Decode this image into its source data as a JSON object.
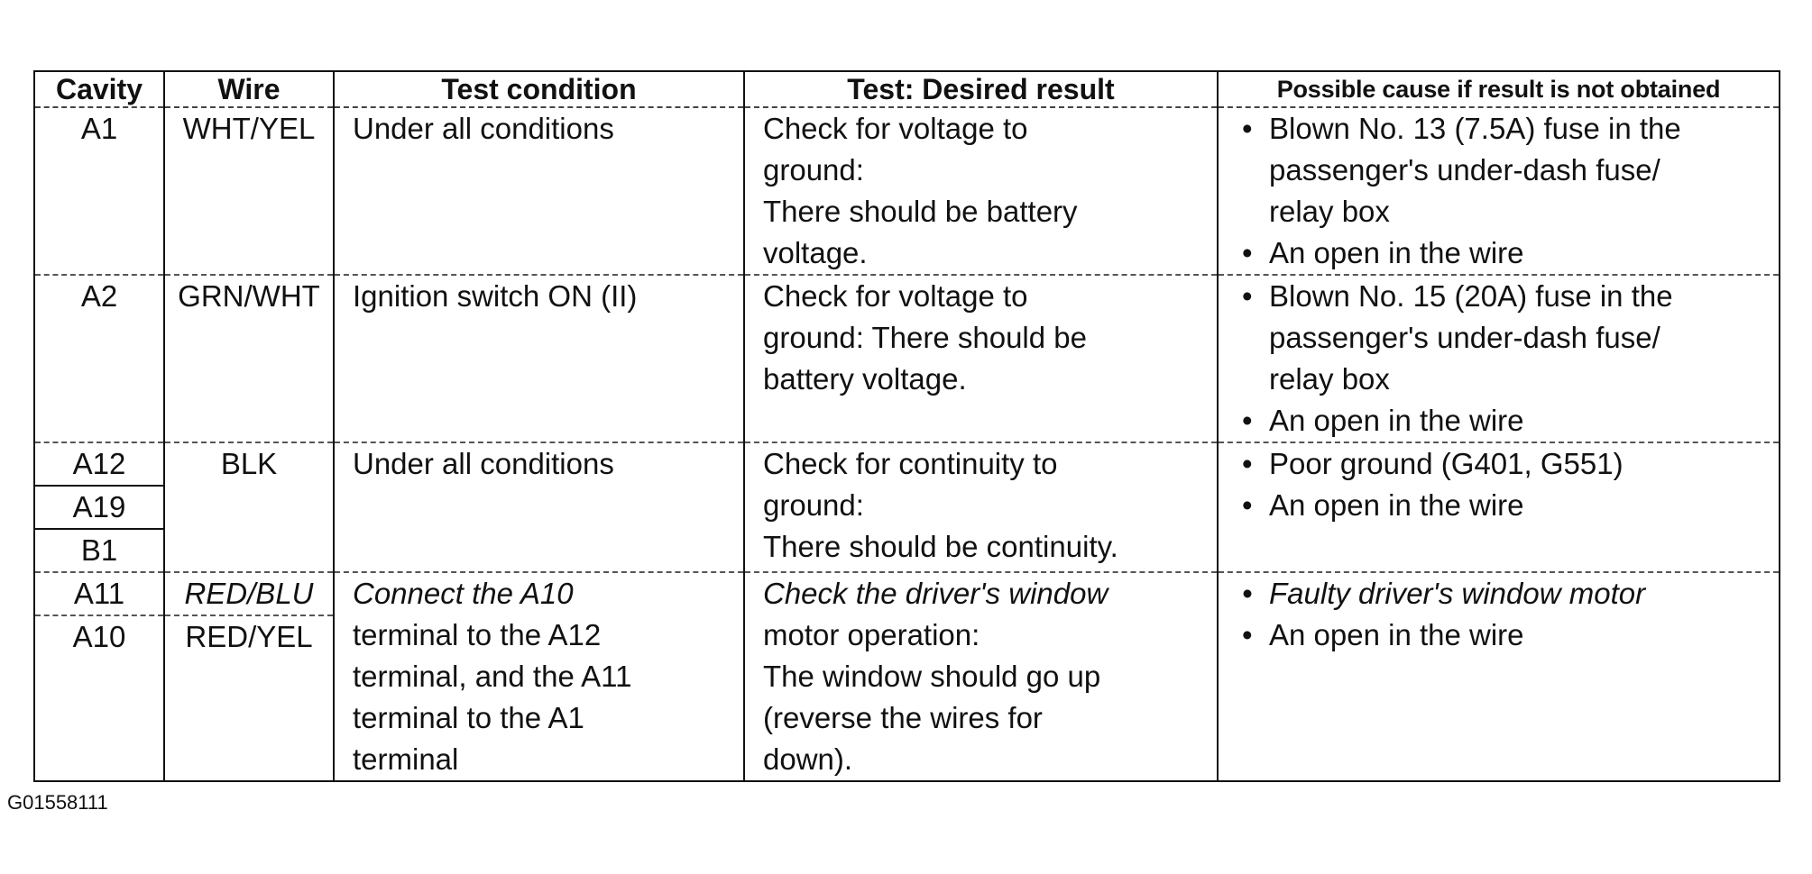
{
  "table": {
    "headers": {
      "cavity": "Cavity",
      "wire": "Wire",
      "test_condition": "Test condition",
      "desired_result": "Test: Desired result",
      "possible_cause": "Possible cause if result is not obtained"
    },
    "rows": [
      {
        "cavities": [
          "A1"
        ],
        "wires": [
          "WHT/YEL"
        ],
        "condition_lines": [
          "Under all conditions"
        ],
        "result_lines": [
          "Check for voltage to",
          "ground:",
          "There should be battery",
          "voltage."
        ],
        "causes": [
          {
            "bullet": "•",
            "lines": [
              "Blown No. 13 (7.5A) fuse in the",
              "passenger's under-dash fuse/",
              "relay box"
            ]
          },
          {
            "bullet": "•",
            "lines": [
              "An open in the wire"
            ]
          }
        ]
      },
      {
        "cavities": [
          "A2"
        ],
        "wires": [
          "GRN/WHT"
        ],
        "condition_lines": [
          "Ignition switch ON (II)"
        ],
        "result_lines": [
          "Check for voltage to",
          "ground: There should be",
          "battery voltage."
        ],
        "causes": [
          {
            "bullet": "•",
            "lines": [
              "Blown No. 15 (20A) fuse in the",
              "passenger's under-dash fuse/",
              "relay box"
            ]
          },
          {
            "bullet": "•",
            "lines": [
              "An open in the wire"
            ]
          }
        ]
      },
      {
        "cavities": [
          "A12",
          "A19",
          "B1"
        ],
        "wires": [
          "BLK"
        ],
        "condition_lines": [
          "Under all conditions"
        ],
        "result_lines": [
          "Check for continuity to",
          "ground:",
          "There should be continuity."
        ],
        "causes": [
          {
            "bullet": "•",
            "lines": [
              "Poor ground (G401, G551)"
            ]
          },
          {
            "bullet": "•",
            "lines": [
              "An open in the wire"
            ]
          }
        ]
      },
      {
        "cavities": [
          "A11",
          "A10"
        ],
        "wires": [
          "RED/BLU",
          "RED/YEL"
        ],
        "condition_lines": [
          "Connect the A10",
          "terminal to the A12",
          "terminal, and the A11",
          "terminal to the A1",
          "terminal"
        ],
        "result_lines": [
          "Check the driver's window",
          "motor operation:",
          "The window should go up",
          "(reverse the wires for",
          "down)."
        ],
        "causes": [
          {
            "bullet": "•",
            "lines": [
              "Faulty driver's window motor"
            ]
          },
          {
            "bullet": "•",
            "lines": [
              "An open in the wire"
            ]
          }
        ]
      }
    ]
  },
  "footer": {
    "code": "G01558111"
  }
}
